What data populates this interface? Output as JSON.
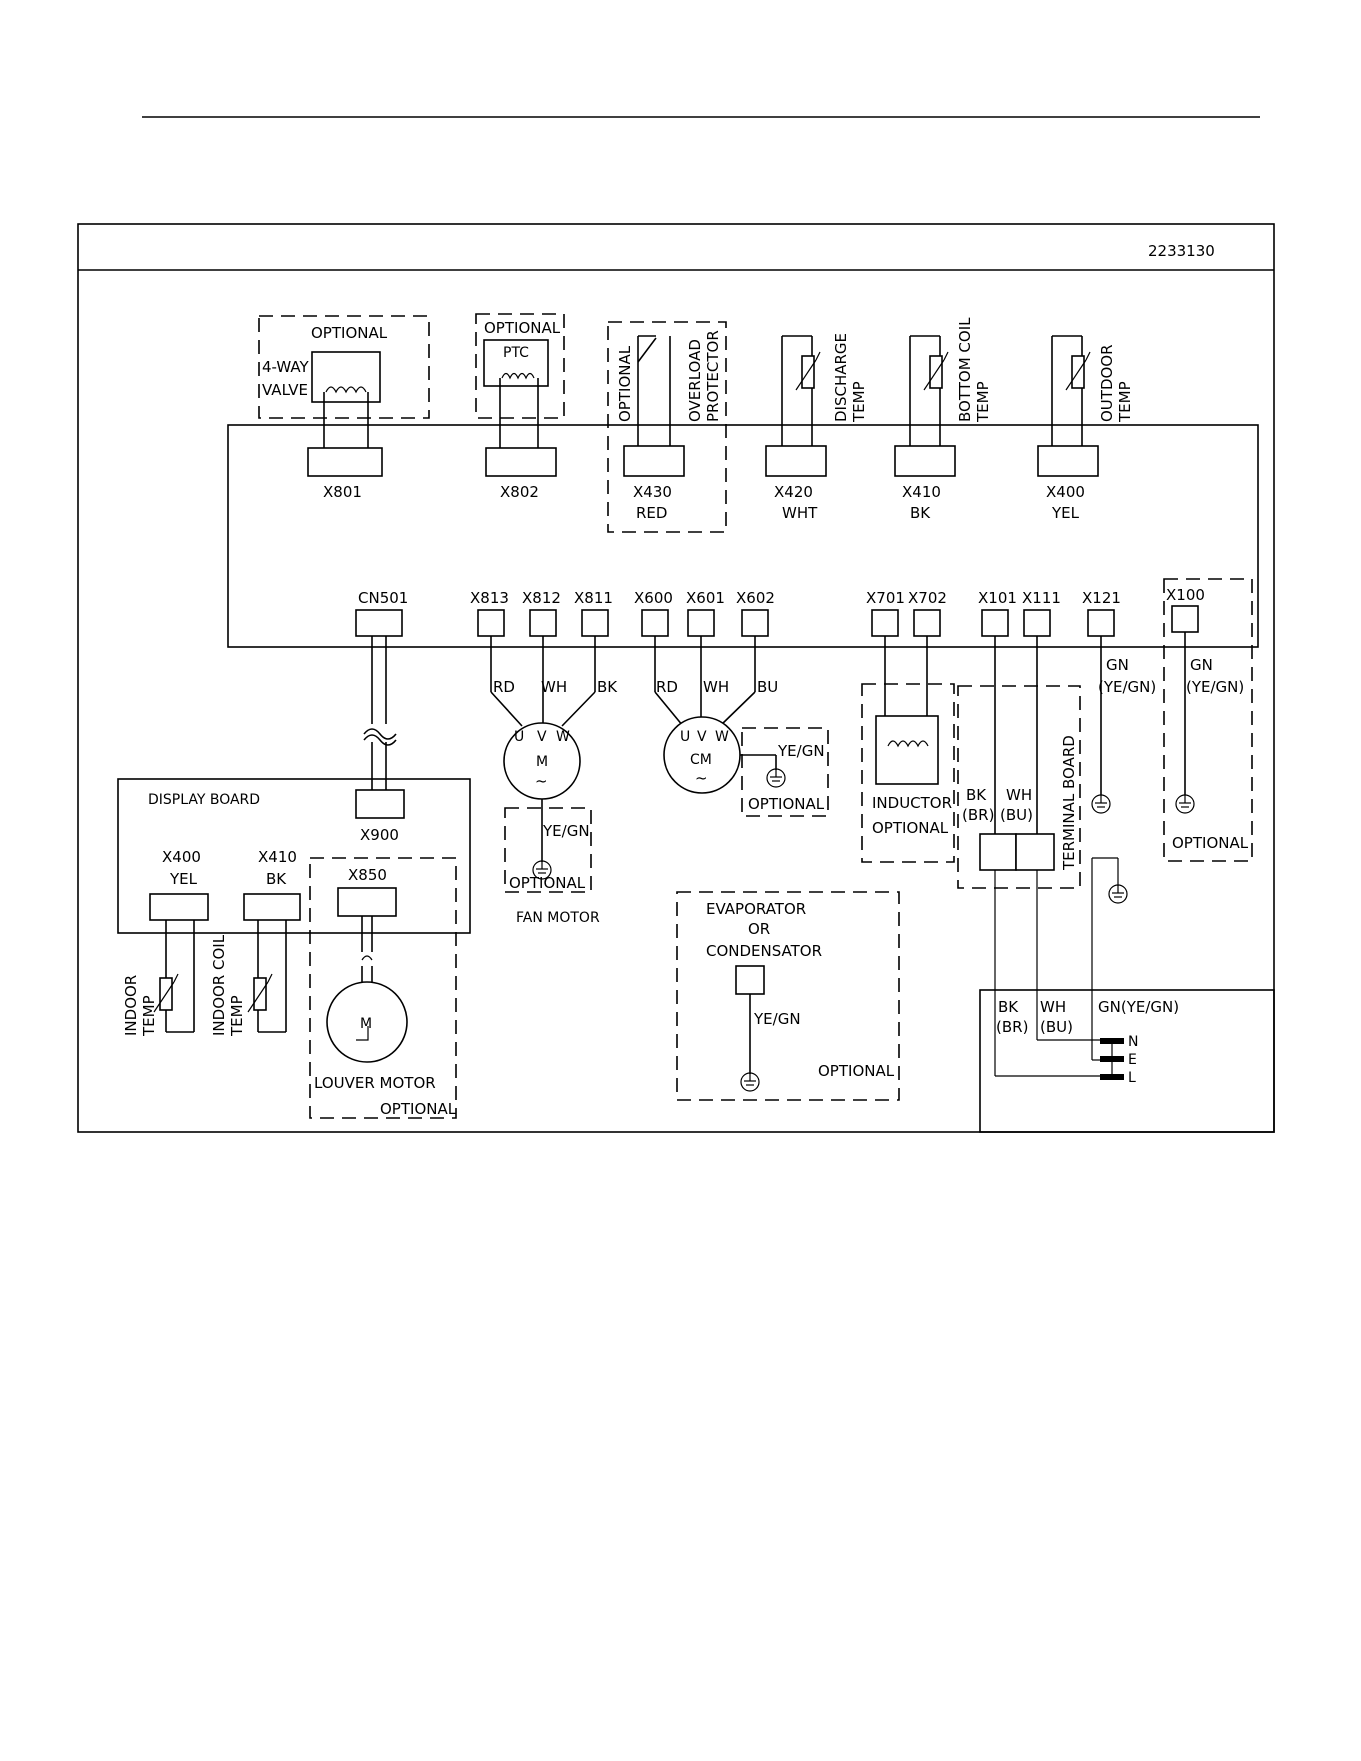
{
  "doc_code": "2233130",
  "top": {
    "opt_4way": "OPTIONAL",
    "way4": "4-WAY",
    "valve": "VALVE",
    "opt_ptc": "OPTIONAL",
    "ptc": "PTC",
    "opt_ol": "OPTIONAL",
    "ol1": "OVERLOAD",
    "ol2": "PROTECTOR",
    "dis1": "DISCHARGE",
    "dis2": "TEMP",
    "bc1": "BOTTOM COIL",
    "bc2": "TEMP",
    "od1": "OUTDOOR",
    "od2": "TEMP"
  },
  "connectors_top": {
    "x801": "X801",
    "x802": "X802",
    "x430": "X430",
    "x430c": "RED",
    "x420": "X420",
    "x420c": "WHT",
    "x410": "X410",
    "x410c": "BK",
    "x400": "X400",
    "x400c": "YEL"
  },
  "connectors_bottom": {
    "cn501": "CN501",
    "x813": "X813",
    "x812": "X812",
    "x811": "X811",
    "x600": "X600",
    "x601": "X601",
    "x602": "X602",
    "x701": "X701",
    "x702": "X702",
    "x101": "X101",
    "x111": "X111",
    "x121": "X121",
    "x100": "X100"
  },
  "wires": {
    "rd1": "RD",
    "wh1": "WH",
    "bk1": "BK",
    "rd2": "RD",
    "wh2": "WH",
    "bu2": "BU",
    "gn121": "GN",
    "gn121b": "(YE/GN)",
    "gn100": "GN",
    "gn100b": "(YE/GN)"
  },
  "fan_motor": {
    "u": "U",
    "v": "V",
    "w": "W",
    "m": "M",
    "sym": "~",
    "yegn": "YE/GN",
    "opt": "OPTIONAL",
    "label": "FAN MOTOR"
  },
  "comp_motor": {
    "u": "U",
    "v": "V",
    "w": "W",
    "m": "CM",
    "sym": "~",
    "yegn": "YE/GN",
    "opt": "OPTIONAL"
  },
  "inductor": {
    "l1": "INDUCTOR",
    "l2": "OPTIONAL"
  },
  "terminal": {
    "bk": "BK",
    "br": "(BR)",
    "wh": "WH",
    "bu": "(BU)",
    "label": "TERMINAL BOARD"
  },
  "opt_x100": "OPTIONAL",
  "display": {
    "title": "DISPLAY BOARD",
    "x900": "X900",
    "x400": "X400",
    "x400c": "YEL",
    "x410": "X410",
    "x410c": "BK",
    "x850": "X850",
    "it1": "INDOOR",
    "it2": "TEMP",
    "ic1": "INDOOR COIL",
    "ic2": "TEMP",
    "louver_m": "M",
    "louver": "LOUVER MOTOR",
    "louver_opt": "OPTIONAL"
  },
  "evap": {
    "l1": "EVAPORATOR",
    "l2": "OR",
    "l3": "CONDENSATOR",
    "yegn": "YE/GN",
    "opt": "OPTIONAL"
  },
  "power": {
    "bk": "BK",
    "br": "(BR)",
    "wh": "WH",
    "bu": "(BU)",
    "gn": "GN(YE/GN)",
    "n": "N",
    "e": "E",
    "l": "L"
  }
}
